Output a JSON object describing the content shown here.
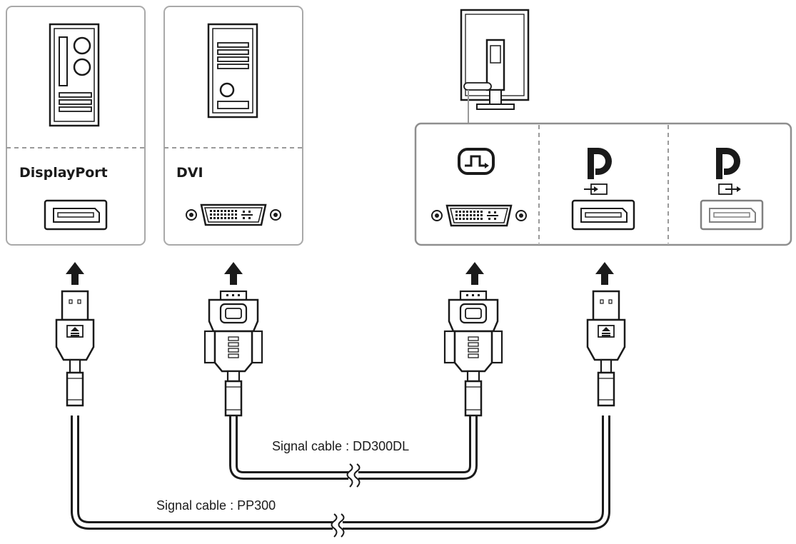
{
  "source_panels": {
    "displayport": {
      "label": "DisplayPort"
    },
    "dvi": {
      "label": "DVI"
    }
  },
  "monitor_panel": {
    "ports": [
      {
        "icon": "dvi-input-icon"
      },
      {
        "icon": "displayport-in-icon"
      },
      {
        "icon": "displayport-out-icon"
      }
    ]
  },
  "cables": {
    "dvi_cable_label": "Signal cable : DD300DL",
    "dp_cable_label": "Signal cable : PP300"
  }
}
